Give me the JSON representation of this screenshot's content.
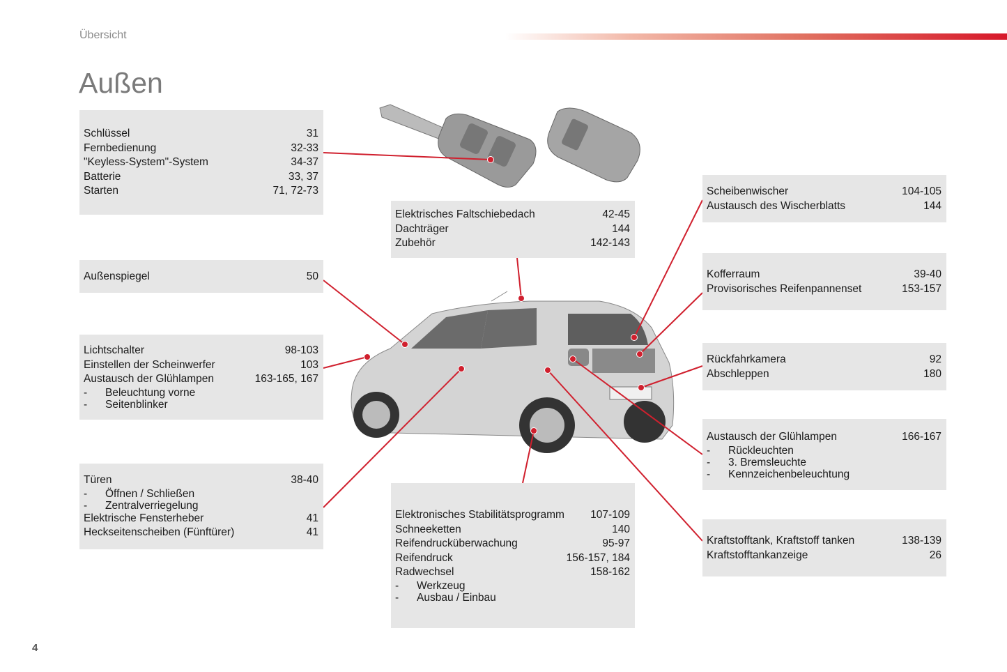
{
  "header": {
    "section": "Übersicht",
    "title": "Außen",
    "page_number": "4"
  },
  "colors": {
    "accent": "#d0202e",
    "box": "#e6e6e6"
  },
  "boxes": [
    {
      "id": "keys",
      "rows": [
        {
          "label": "Schlüssel",
          "page": "31"
        },
        {
          "label": "Fernbedienung",
          "page": "32-33"
        },
        {
          "label": "\"Keyless-System\"-System",
          "page": "34-37"
        },
        {
          "label": "Batterie",
          "page": "33, 37"
        },
        {
          "label": "Starten",
          "page": "71, 72-73"
        }
      ]
    },
    {
      "id": "mirror",
      "rows": [
        {
          "label": "Außenspiegel",
          "page": "50"
        }
      ]
    },
    {
      "id": "lights",
      "rows": [
        {
          "label": "Lichtschalter",
          "page": "98-103"
        },
        {
          "label": "Einstellen der Scheinwerfer",
          "page": "103"
        },
        {
          "label": "Austausch der Glühlampen",
          "page": "163-165, 167"
        },
        {
          "sub": true,
          "dash": "-",
          "label": "Beleuchtung vorne"
        },
        {
          "sub": true,
          "dash": "-",
          "label": "Seitenblinker"
        }
      ]
    },
    {
      "id": "doors",
      "rows": [
        {
          "label": "Türen",
          "page": "38-40"
        },
        {
          "sub": true,
          "dash": "-",
          "label": "Öffnen / Schließen"
        },
        {
          "sub": true,
          "dash": "-",
          "label": "Zentralverriegelung"
        },
        {
          "label": "Elektrische Fensterheber",
          "page": "41"
        },
        {
          "label": "Heckseitenscheiben (Fünftürer)",
          "page": "41"
        }
      ]
    },
    {
      "id": "roof",
      "rows": [
        {
          "label": "Elektrisches Faltschiebedach",
          "page": "42-45"
        },
        {
          "label": "Dachträger",
          "page": "144"
        },
        {
          "label": "Zubehör",
          "page": "142-143"
        }
      ]
    },
    {
      "id": "wheels",
      "rows": [
        {
          "label": "Elektronisches Stabilitätsprogramm",
          "page": "107-109"
        },
        {
          "label": "Schneeketten",
          "page": "140"
        },
        {
          "label": "Reifendrucküberwachung",
          "page": "95-97"
        },
        {
          "label": "Reifendruck",
          "page": "156-157, 184"
        },
        {
          "label": "Radwechsel",
          "page": "158-162"
        },
        {
          "sub": true,
          "dash": "-",
          "label": "Werkzeug"
        },
        {
          "sub": true,
          "dash": "-",
          "label": "Ausbau / Einbau"
        }
      ]
    },
    {
      "id": "wiper",
      "rows": [
        {
          "label": "Scheibenwischer",
          "page": "104-105"
        },
        {
          "label": "Austausch des Wischerblatts",
          "page": "144"
        }
      ]
    },
    {
      "id": "boot",
      "rows": [
        {
          "label": "Kofferraum",
          "page": "39-40"
        },
        {
          "label": "Provisorisches Reifenpannenset",
          "page": "153-157"
        }
      ]
    },
    {
      "id": "camera",
      "rows": [
        {
          "label": "Rückfahrkamera",
          "page": "92"
        },
        {
          "label": "Abschleppen",
          "page": "180"
        }
      ]
    },
    {
      "id": "rearlamps",
      "rows": [
        {
          "label": "Austausch der Glühlampen",
          "page": "166-167"
        },
        {
          "sub": true,
          "dash": "-",
          "label": "Rückleuchten"
        },
        {
          "sub": true,
          "dash": "-",
          "label": "3. Bremsleuchte"
        },
        {
          "sub": true,
          "dash": "-",
          "label": "Kennzeichenbeleuchtung"
        }
      ]
    },
    {
      "id": "fuel",
      "rows": [
        {
          "label": "Kraftstofftank, Kraftstoff tanken",
          "page": "138-139"
        },
        {
          "label": "Kraftstofftankanzeige",
          "page": "26"
        }
      ]
    }
  ]
}
